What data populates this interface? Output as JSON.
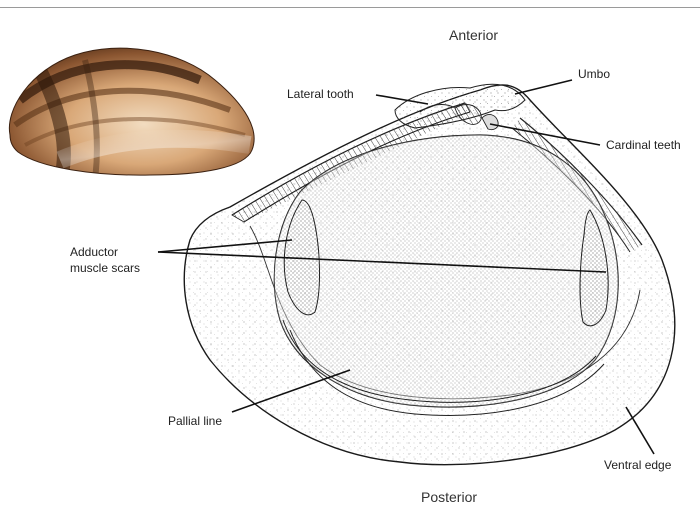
{
  "figure": {
    "orientation": {
      "top": "Anterior",
      "bottom": "Posterior"
    },
    "labels": {
      "umbo": "Umbo",
      "lateral_tooth": "Lateral tooth",
      "cardinal_teeth": "Cardinal teeth",
      "adductor_line1": "Adductor",
      "adductor_line2": "muscle scars",
      "pallial_line": "Pallial line",
      "ventral_edge": "Ventral edge"
    },
    "colors": {
      "line": "#1a1a1a",
      "stipple": "#555555",
      "shell_photo_light": "#e8c9a2",
      "shell_photo_dark": "#4a2a14"
    }
  }
}
